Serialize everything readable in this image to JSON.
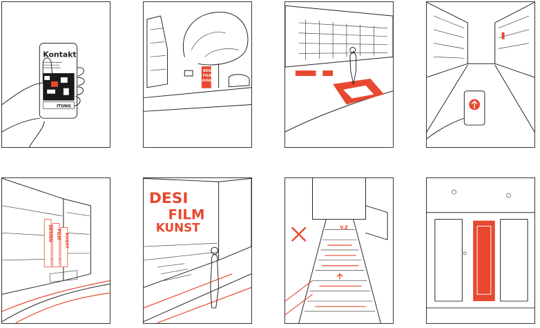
{
  "colors": {
    "accent": "#e8482f",
    "stroke": "#222222",
    "paper": "#ffffff"
  },
  "panels": [
    {
      "name": "phone-contact",
      "phone_title": "Kontakt",
      "phone_bottom": "ITUNG"
    },
    {
      "name": "street-pillar",
      "pillar_text": [
        "DESI",
        "FILM",
        "KUNST"
      ]
    },
    {
      "name": "courtyard-arrows"
    },
    {
      "name": "phone-arrow"
    },
    {
      "name": "building-banners",
      "banner_text": [
        "DESIGN",
        "FILM",
        "KUNST"
      ]
    },
    {
      "name": "entrance-signage",
      "sign_lines": [
        "DESI",
        "FILM",
        "KUNST"
      ]
    },
    {
      "name": "staircase-guidance",
      "sign_text": "V.Z"
    },
    {
      "name": "red-door"
    }
  ]
}
